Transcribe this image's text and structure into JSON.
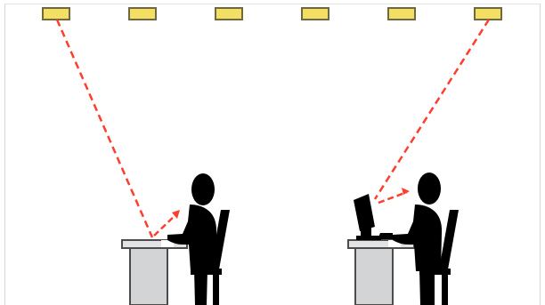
{
  "diagram": {
    "ceiling_light_count": 6,
    "workstations": [
      {
        "id": "left",
        "reflection_target": "desk-surface"
      },
      {
        "id": "right",
        "reflection_target": "monitor-screen"
      }
    ]
  },
  "colors": {
    "background": "#ffffff",
    "frame": "#d7d7d7",
    "light_fill": "#f2df63",
    "light_stroke": "#6f6840",
    "ray": "#ff3e2f",
    "silhouette": "#000000",
    "desk_fill": "#d3d4d5",
    "desk_stroke": "#4c4c4c"
  },
  "icons": {
    "light": "ceiling-light-icon",
    "person": "person-silhouette-icon",
    "desk": "desk-icon",
    "chair": "chair-icon",
    "monitor": "monitor-icon"
  }
}
